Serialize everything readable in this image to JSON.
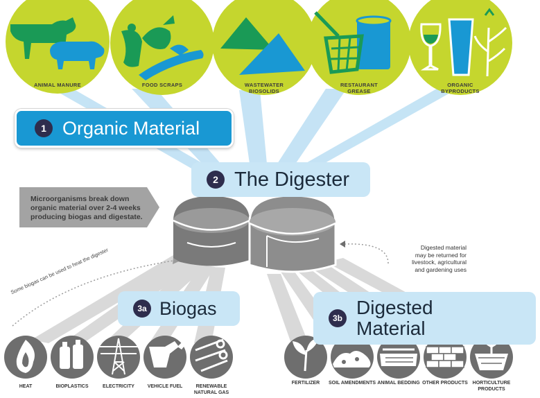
{
  "sources": [
    {
      "label_line1": "ANIMAL MANURE",
      "label_line2": "",
      "icon": "cow-pig-icon"
    },
    {
      "label_line1": "FOOD SCRAPS",
      "label_line2": "",
      "icon": "food-scraps-icon"
    },
    {
      "label_line1": "WASTEWATER",
      "label_line2": "BIOSOLIDS",
      "icon": "biosolids-pile-icon"
    },
    {
      "label_line1": "RESTAURANT",
      "label_line2": "GREASE",
      "icon": "fryer-basket-icon"
    },
    {
      "label_line1": "ORGANIC",
      "label_line2": "BYPRODUCTS",
      "icon": "wine-beer-corn-icon"
    }
  ],
  "steps": {
    "organic": {
      "num": "1",
      "label": "Organic Material"
    },
    "digester": {
      "num": "2",
      "label": "The Digester"
    },
    "biogas": {
      "num": "3a",
      "label": "Biogas"
    },
    "digested": {
      "num": "3b",
      "label_line1": "Digested",
      "label_line2": "Material"
    }
  },
  "callout": "Microorganisms break down organic material over 2-4 weeks producing biogas and digestate.",
  "notes": {
    "heat_loop": "Some biogas can be used to heat the digester",
    "returned_line1": "Digested material",
    "returned_line2": "may be returned for",
    "returned_line3": "livestock, agricultural",
    "returned_line4": "and gardening uses"
  },
  "biogas_uses": [
    {
      "label_line1": "HEAT",
      "label_line2": "",
      "icon": "flame-icon"
    },
    {
      "label_line1": "BIOPLASTICS",
      "label_line2": "",
      "icon": "bottles-icon"
    },
    {
      "label_line1": "ELECTRICITY",
      "label_line2": "",
      "icon": "power-tower-icon"
    },
    {
      "label_line1": "VEHICLE FUEL",
      "label_line2": "",
      "icon": "fuel-nozzle-icon"
    },
    {
      "label_line1": "RENEWABLE",
      "label_line2": "NATURAL GAS",
      "icon": "pipes-icon"
    }
  ],
  "digestate_uses": [
    {
      "label_line1": "FERTILIZER",
      "label_line2": "",
      "icon": "sprout-icon"
    },
    {
      "label_line1": "SOIL AMENDMENTS",
      "label_line2": "",
      "icon": "soil-icon"
    },
    {
      "label_line1": "ANIMAL BEDDING",
      "label_line2": "",
      "icon": "bedding-icon"
    },
    {
      "label_line1": "OTHER PRODUCTS",
      "label_line2": "",
      "icon": "bricks-icon"
    },
    {
      "label_line1": "HORTICULTURE",
      "label_line2": "PRODUCTS",
      "icon": "planter-icon"
    }
  ],
  "colors": {
    "source_circle": "#c5d62e",
    "beam": "#bfe1f4",
    "primary_blue": "#1998d3",
    "pill_light": "#c9e6f6",
    "number_badge": "#2e2d4d",
    "digester_dark": "#7a7a7a",
    "digester_mid": "#8d8d8d",
    "output_icon": "#6e6e6e"
  }
}
